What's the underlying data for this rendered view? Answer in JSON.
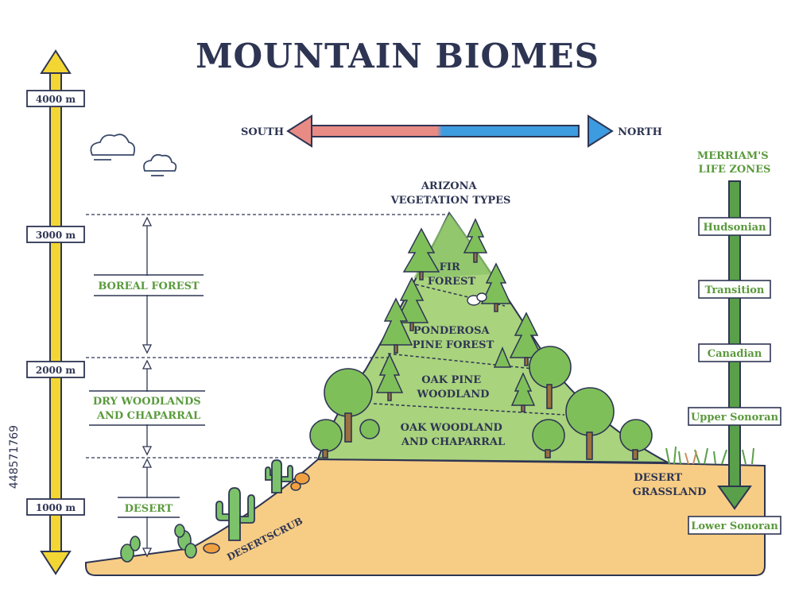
{
  "title": "MOUNTAIN BIOMES",
  "direction": {
    "south": "SOUTH",
    "north": "NORTH"
  },
  "altitude_axis": {
    "ticks": [
      "4000 m",
      "3000 m",
      "2000 m",
      "1000 m"
    ]
  },
  "left_zones": [
    {
      "lines": [
        "BOREAL FOREST"
      ]
    },
    {
      "lines": [
        "DRY WOODLANDS",
        "AND CHAPARRAL"
      ]
    },
    {
      "lines": [
        "DESERT"
      ]
    }
  ],
  "vegetation_header": [
    "ARIZONA",
    "VEGETATION TYPES"
  ],
  "vegetation_bands": [
    {
      "lines": [
        "FIR",
        "FOREST"
      ]
    },
    {
      "lines": [
        "PONDEROSA",
        "PINE FOREST"
      ]
    },
    {
      "lines": [
        "OAK PINE",
        "WOODLAND"
      ]
    },
    {
      "lines": [
        "OAK WOODLAND",
        "AND CHAPARRAL"
      ]
    }
  ],
  "desert_scrub": "DESERTSCRUB",
  "desert_grassland": [
    "DESERT",
    "GRASSLAND"
  ],
  "life_zones": {
    "header": [
      "MERRIAM'S",
      "LIFE ZONES"
    ],
    "items": [
      "Hudsonian",
      "Transition",
      "Canadian",
      "Upper Sonoran",
      "Lower Sonoran"
    ]
  },
  "watermark_id": "448571769",
  "colors": {
    "yellow_axis": "#f3d634",
    "green_axis": "#5aa04a",
    "zone_text": "#5a9a3c",
    "dark_text": "#2e3553",
    "sand": "#f7cd85",
    "mountain_light": "#a9d37d",
    "mountain_dark": "#7fb659",
    "arrow_south": "#e88b85",
    "arrow_north": "#3d9be0"
  }
}
